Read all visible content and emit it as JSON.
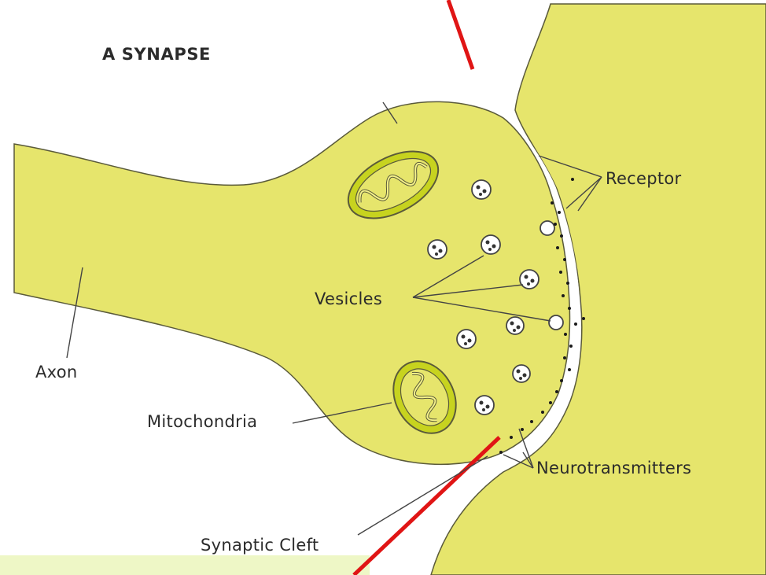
{
  "title": "A SYNAPSE",
  "labels": {
    "receptor": "Receptor",
    "vesicles": "Vesicles",
    "axon": "Axon",
    "mitochondria": "Mitochondria",
    "neurotransmitters": "Neurotransmitters",
    "synaptic_cleft": "Synaptic Cleft"
  },
  "colors": {
    "cell_fill": "#e6e56c",
    "outline": "#5a5a3a",
    "mito_inner": "#d7e03a",
    "red_marker": "#e01515",
    "cleft": "#ffffff",
    "bottom_band": "#eef7c6"
  }
}
